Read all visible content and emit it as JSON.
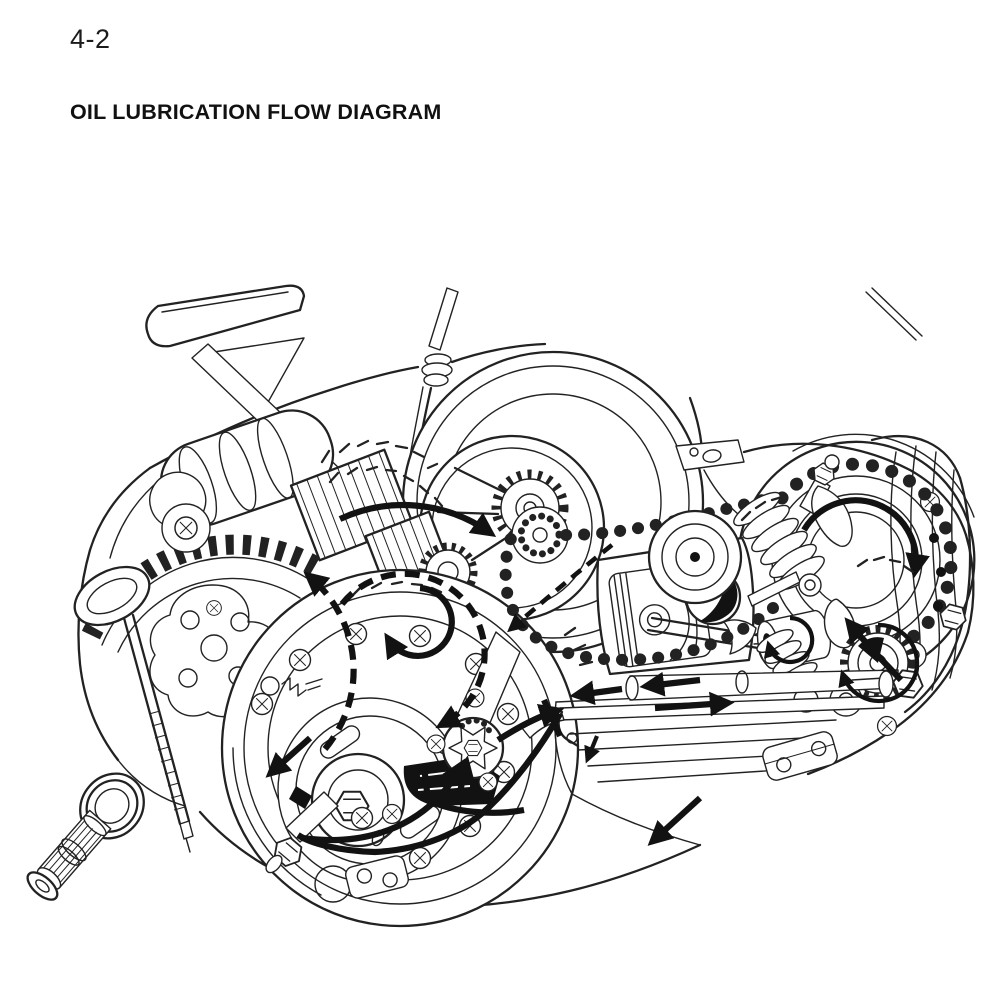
{
  "header": {
    "page_number": "4-2",
    "title": "OIL LUBRICATION FLOW DIAGRAM"
  },
  "colors": {
    "bg": "#ffffff",
    "paper": "#ffffff",
    "ink": "#222222",
    "flow": "#121212"
  },
  "diagram": {
    "kind": "engine cutaway line art showing oil lubrication flow",
    "parts": [
      "crankcase",
      "crankcase cover",
      "fan shroud",
      "flywheel",
      "transmission gear cluster",
      "primary drive gear",
      "gear selector drum",
      "cam chain",
      "crankshaft sprocket",
      "driven sprocket",
      "piston",
      "piston rings",
      "wrist pin",
      "connecting rod",
      "valve",
      "valve spring",
      "rocker arm",
      "camshaft gear",
      "oil pump rotor",
      "oil strainer screen",
      "oil delivery pipes",
      "oil drain bolt",
      "oil filler dipstick",
      "output shaft",
      "cylinder cooling fins",
      "engine mount lug",
      "oil flow arrows"
    ]
  }
}
